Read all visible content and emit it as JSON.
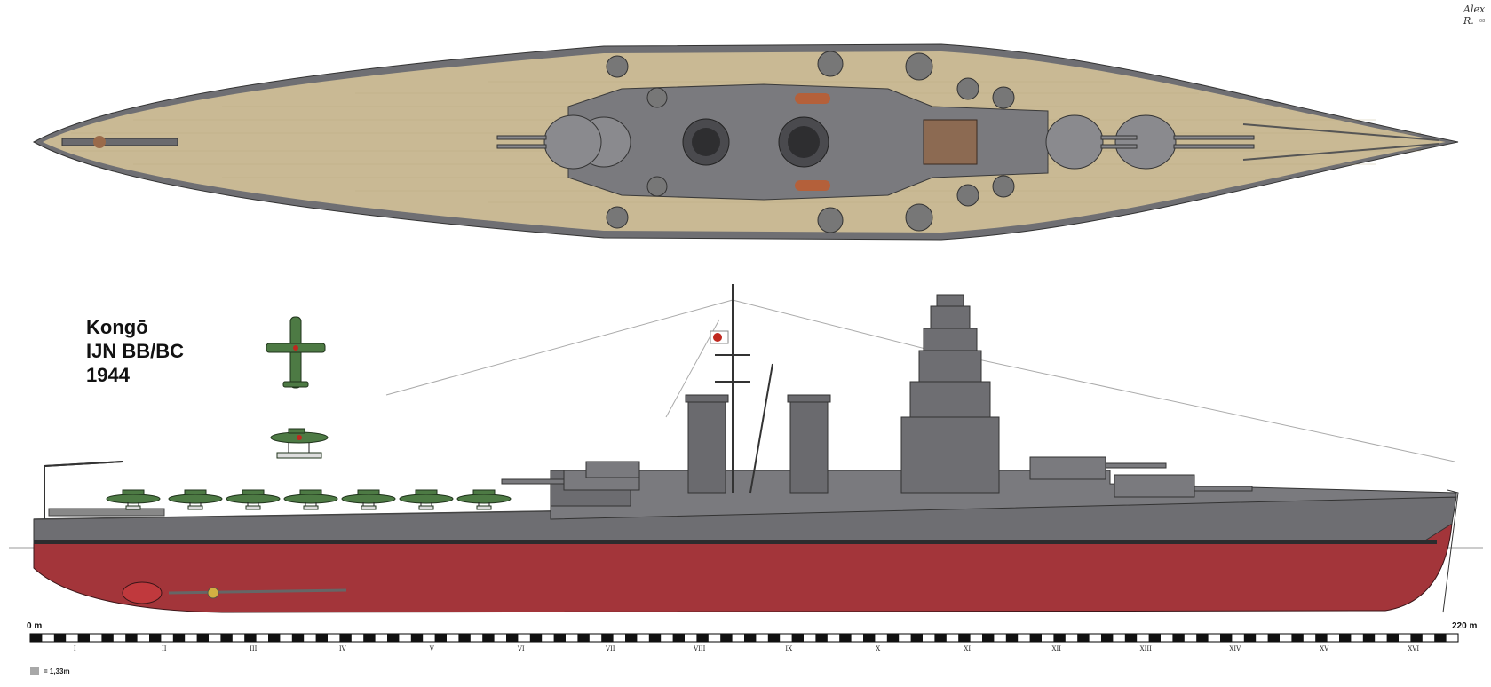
{
  "title": {
    "name": "Kongō",
    "designation": "IJN BB/BC",
    "year": "1944"
  },
  "scale": {
    "start_label": "0 m",
    "end_label": "220 m",
    "segments": 120,
    "section_numerals": [
      "I",
      "II",
      "III",
      "IV",
      "V",
      "VI",
      "VII",
      "VIII",
      "IX",
      "X",
      "XI",
      "XII",
      "XIII",
      "XIV",
      "XV",
      "XVI"
    ],
    "legend_value": "= 1,33m"
  },
  "signature": "Alex R.",
  "signature_sub": "08",
  "colors": {
    "deck": "#c9b994",
    "hull_grey": "#6e6e72",
    "superstructure": "#7a7a7e",
    "boot_red": "#a3353a",
    "aircraft_green": "#4d7a44"
  },
  "floatplanes_count": 7
}
